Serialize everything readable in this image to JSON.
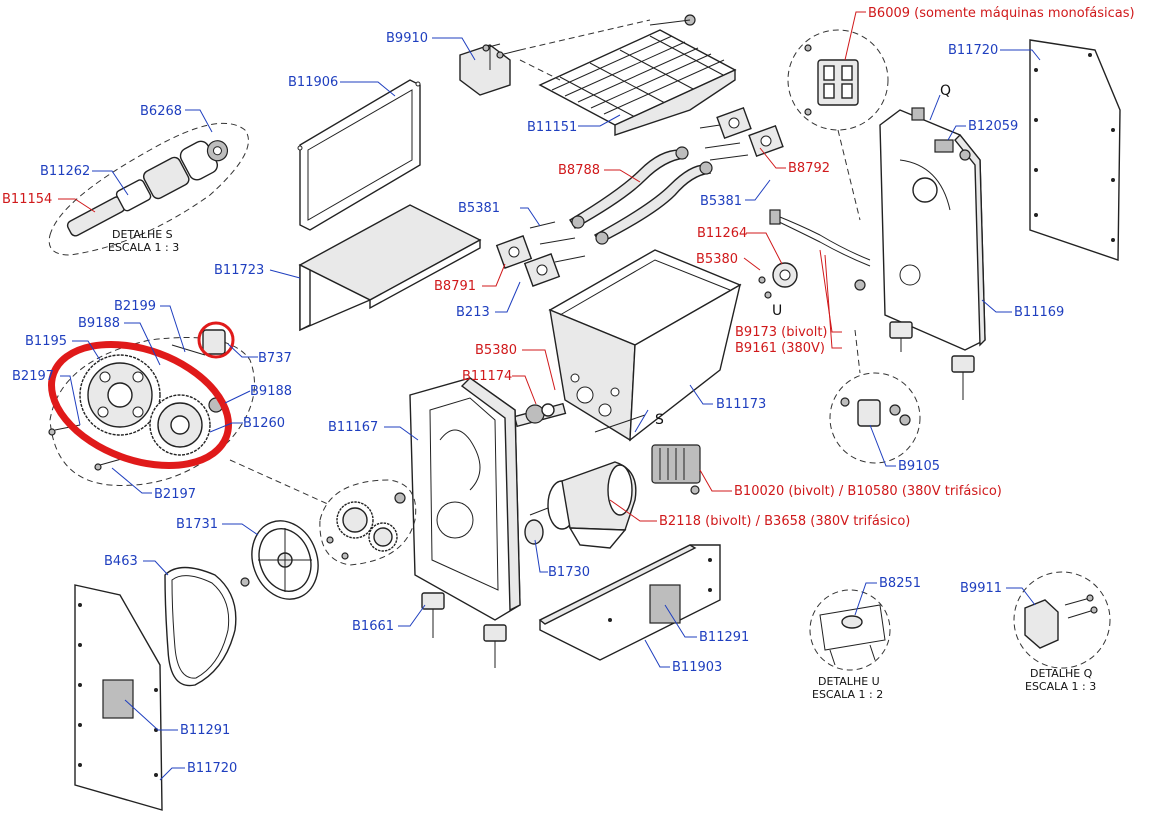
{
  "colors": {
    "blue_label": "#1f3fbf",
    "red_label": "#d0191b",
    "highlight": "#e01a1a"
  },
  "labels": {
    "b9910": "B9910",
    "b6009": "B6009 (somente máquinas monofásicas)",
    "b11720_top": "B11720",
    "b11906": "B11906",
    "b6268": "B6268",
    "b11262": "B11262",
    "b11154": "B11154",
    "b11151": "B11151",
    "q_top": "Q",
    "b12059": "B12059",
    "b8788": "B8788",
    "b8792": "B8792",
    "b5381_a": "B5381",
    "b5381_b": "B5381",
    "b11264": "B11264",
    "b5380_a": "B5380",
    "u_mark": "U",
    "b8791": "B8791",
    "b213": "B213",
    "b11723": "B11723",
    "b2199": "B2199",
    "b9188_a": "B9188",
    "b1195": "B1195",
    "b737": "B737",
    "b2197_a": "B2197",
    "b9188_b": "B9188",
    "b1260": "B1260",
    "b2197_b": "B2197",
    "b9173": "B9173 (bivolt)",
    "b9161": "B9161 (380V)",
    "b11169": "B11169",
    "b5380_b": "B5380",
    "b11174": "B11174",
    "b11173": "B11173",
    "s_mark": "S",
    "b9105": "B9105",
    "b11167": "B11167",
    "b10020": "B10020 (bivolt) / B10580 (380V trifásico)",
    "b2118": "B2118 (bivolt) / B3658 (380V trifásico)",
    "b1731": "B1731",
    "b1730": "B1730",
    "b463": "B463",
    "b8251": "B8251",
    "b9911": "B9911",
    "b1661": "B1661",
    "b11291_r": "B11291",
    "b11903": "B11903",
    "b11291_l": "B11291",
    "b11720_bot": "B11720"
  },
  "details": {
    "s_title": "DETALHE S",
    "s_scale": "ESCALA 1 : 3",
    "u_title": "DETALHE U",
    "u_scale": "ESCALA 1 : 2",
    "q_title": "DETALHE Q",
    "q_scale": "ESCALA 1 : 3"
  }
}
